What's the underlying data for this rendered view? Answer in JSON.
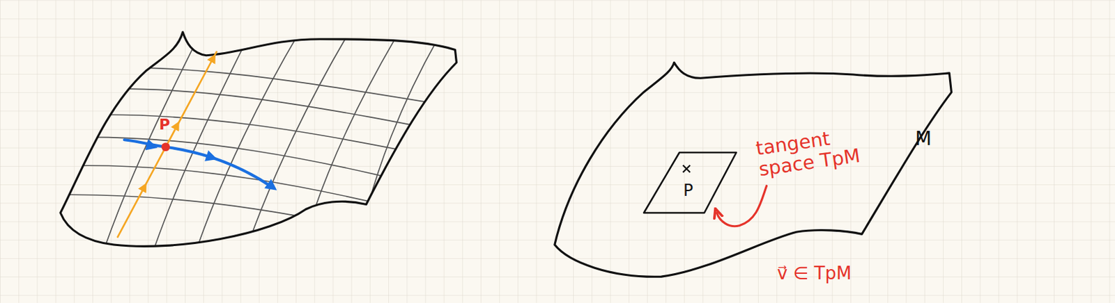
{
  "diagram": {
    "nodes": [
      {
        "text": [
          "P"
        ]
      }
    ],
    "labels": [
      "P",
      "tangent space TpM",
      "M",
      "v⃗ ∈ TpM"
    ]
  }
}
